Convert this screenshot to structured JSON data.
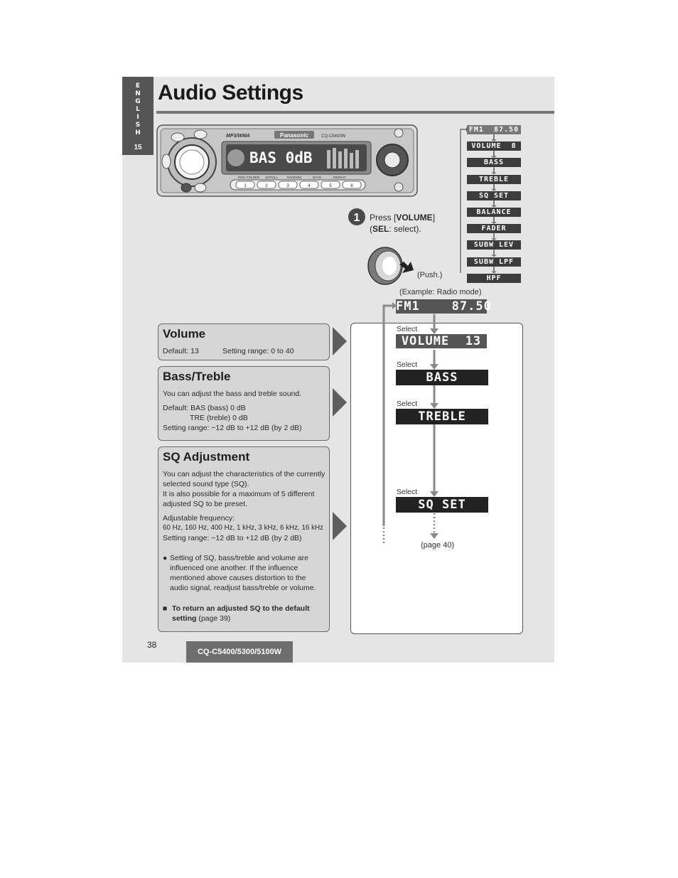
{
  "sidebar": {
    "language_letters": "E N G L I S H",
    "section_number": "15"
  },
  "page": {
    "title": "Audio Settings",
    "page_number": "38",
    "model": "CQ-C5400/5300/5100W"
  },
  "head_unit": {
    "display_text": "BAS  0dB",
    "brand": "Panasonic",
    "format_label": "MP3/WMA",
    "model_label": "CQ-C5400W",
    "preset_buttons": [
      "1",
      "2",
      "3",
      "4",
      "5",
      "6"
    ],
    "button_labels": [
      "DISC·FOLDER",
      "SCROLL",
      "RANDOM",
      "SCAN",
      "REPEAT"
    ]
  },
  "step1": {
    "number": "1",
    "instruction_prefix": "Press [",
    "instruction_key": "VOLUME",
    "instruction_suffix": "]",
    "instruction_line2_key": "SEL",
    "instruction_line2_rest": ": select).",
    "push_label": "(Push.)"
  },
  "mini_menu": [
    "FM1  87.50",
    "VOLUME  8",
    "BASS",
    "TREBLE",
    "SQ SET",
    "BALANCE",
    "FADER",
    "SUBW LEV",
    "SUBW LPF",
    "HPF"
  ],
  "example_label": "(Example: Radio mode)",
  "flow": {
    "top_display": "FM1    87.50",
    "select_label": "Select",
    "steps": [
      "VOLUME  13",
      "BASS",
      "TREBLE",
      "SQ SET"
    ],
    "page_ref": "(page 40)"
  },
  "sections": {
    "volume": {
      "title": "Volume",
      "default": "Default: 13",
      "range": "Setting range: 0 to 40"
    },
    "bass_treble": {
      "title": "Bass/Treble",
      "desc": "You can adjust the bass and treble sound.",
      "default_line1": "Default: BAS (bass) 0 dB",
      "default_line2": "TRE (treble) 0 dB",
      "range": "Setting range: −12 dB to +12 dB (by 2 dB)"
    },
    "sq": {
      "title": "SQ Adjustment",
      "desc_lines": [
        "You can adjust the characteristics of the currently",
        "selected sound type (SQ).",
        "It is also possible for a maximum of 5 different",
        "adjusted SQ to be preset."
      ],
      "freq_label": "Adjustable frequency:",
      "freq_values": "60 Hz, 160 Hz, 400 Hz, 1 kHz, 3 kHz, 6 kHz, 16 kHz",
      "range": "Setting range: −12 dB to +12 dB (by 2 dB)",
      "note_lines": [
        "Setting of SQ, bass/treble and volume are",
        "influenced one another. If the influence",
        "mentioned above causes distortion to the",
        "audio signal, readjust bass/treble or volume."
      ],
      "return_line1": "To return an adjusted SQ to the default",
      "return_line2_bold": "setting",
      "return_line2_rest": " (page 39)"
    }
  },
  "colors": {
    "sheet": "#e5e5e5",
    "box": "#d6d6d6",
    "lcd": "#3c3c3c",
    "accent": "#5e5e5e"
  }
}
